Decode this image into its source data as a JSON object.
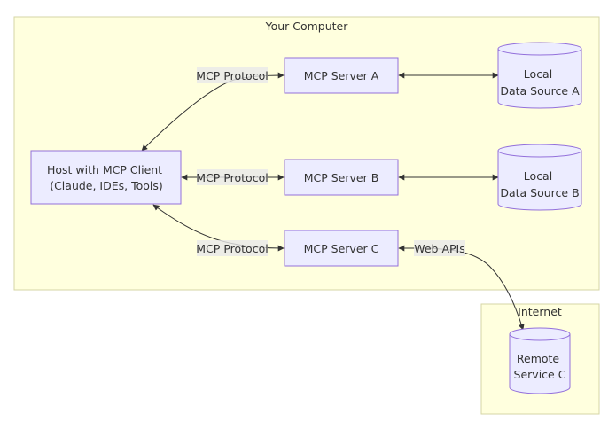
{
  "groups": {
    "computer": "Your Computer",
    "internet": "Internet"
  },
  "nodes": {
    "host": [
      "Host with MCP Client",
      "(Claude, IDEs, Tools)"
    ],
    "server_a": "MCP Server A",
    "server_b": "MCP Server B",
    "server_c": "MCP Server C",
    "source_a": [
      "Local",
      "Data Source A"
    ],
    "source_b": [
      "Local",
      "Data Source B"
    ],
    "remote_c": [
      "Remote",
      "Service C"
    ]
  },
  "edges": {
    "protocol_a": "MCP Protocol",
    "protocol_b": "MCP Protocol",
    "protocol_c": "MCP Protocol",
    "web_apis": "Web APIs"
  }
}
